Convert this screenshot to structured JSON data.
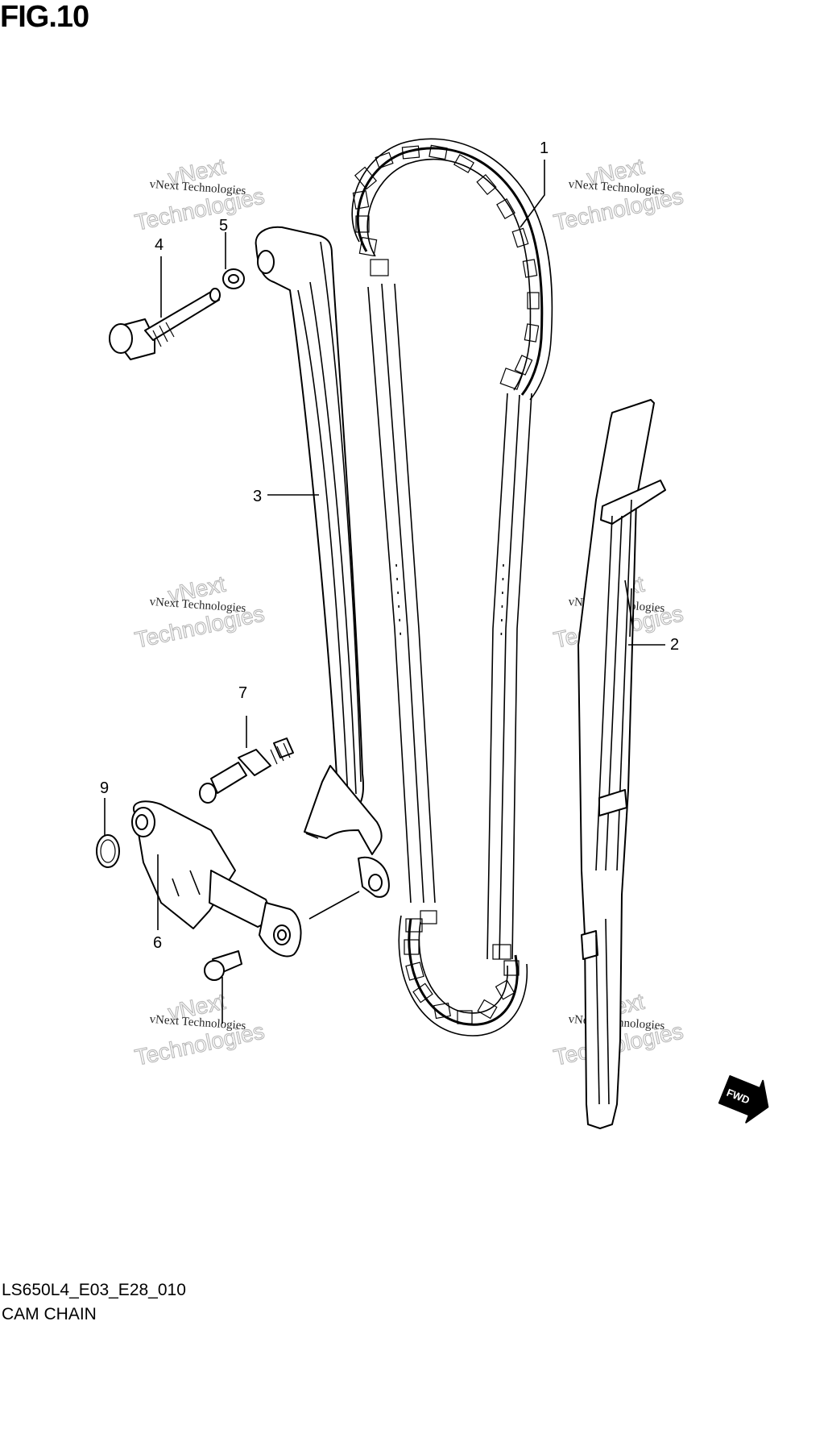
{
  "figure": {
    "title": "FIG.10",
    "diagram_code": "LS650L4_E03_E28_010",
    "diagram_name": "CAM CHAIN"
  },
  "callouts": [
    {
      "id": "1",
      "label": "1"
    },
    {
      "id": "2",
      "label": "2"
    },
    {
      "id": "3",
      "label": "3"
    },
    {
      "id": "4",
      "label": "4"
    },
    {
      "id": "5",
      "label": "5"
    },
    {
      "id": "6",
      "label": "6"
    },
    {
      "id": "7",
      "label": "7"
    },
    {
      "id": "9",
      "label": "9"
    }
  ],
  "watermark": {
    "small_text": "vNext Technologies",
    "big_text_1": "vNext",
    "big_text_2": "Technologies"
  },
  "fwd_badge": {
    "label": "FWD"
  }
}
